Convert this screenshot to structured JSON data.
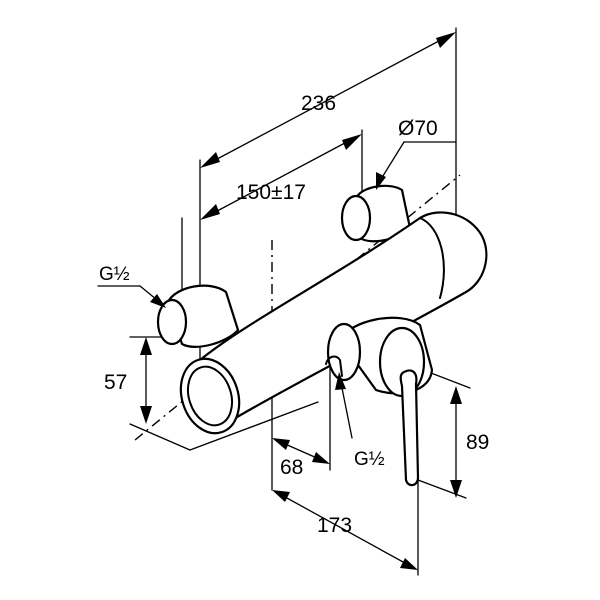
{
  "dimensions": {
    "overall_width": "236",
    "center_distance": "150±17",
    "rosette_diameter": "Ø70",
    "inlet_thread_left": "G½",
    "outlet_thread": "G½",
    "height_to_axis": "57",
    "projection_offset": "68",
    "depth": "173",
    "handle_height": "89"
  }
}
